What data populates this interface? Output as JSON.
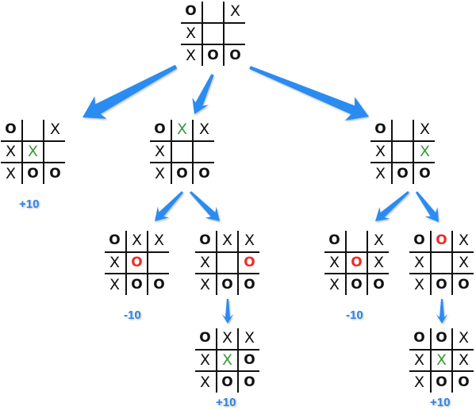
{
  "title": "Minimax game tree for tic-tac-toe",
  "colors": {
    "arrow": "#2b8cf0",
    "mark": "#111111",
    "x_move": "#3a9a3a",
    "o_move": "#e8302a",
    "score": "#2a86e8"
  },
  "nodes": {
    "root": {
      "cells": [
        "O",
        "",
        "X",
        "X",
        "",
        "",
        "X",
        "O",
        "O"
      ],
      "highlight": null
    },
    "a": {
      "cells": [
        "O",
        "",
        "X",
        "X",
        "X",
        "",
        "X",
        "O",
        "O"
      ],
      "highlight": {
        "index": 4,
        "player": "X"
      },
      "score": "+10"
    },
    "b": {
      "cells": [
        "O",
        "X",
        "X",
        "X",
        "",
        "",
        "X",
        "O",
        "O"
      ],
      "highlight": {
        "index": 1,
        "player": "X"
      }
    },
    "c": {
      "cells": [
        "O",
        "",
        "X",
        "X",
        "",
        "X",
        "X",
        "O",
        "O"
      ],
      "highlight": {
        "index": 5,
        "player": "X"
      }
    },
    "b1": {
      "cells": [
        "O",
        "X",
        "X",
        "X",
        "O",
        "",
        "X",
        "O",
        "O"
      ],
      "highlight": {
        "index": 4,
        "player": "O"
      },
      "score": "-10"
    },
    "b2": {
      "cells": [
        "O",
        "X",
        "X",
        "X",
        "",
        "O",
        "X",
        "O",
        "O"
      ],
      "highlight": {
        "index": 5,
        "player": "O"
      }
    },
    "c1": {
      "cells": [
        "O",
        "",
        "X",
        "X",
        "O",
        "X",
        "X",
        "O",
        "O"
      ],
      "highlight": {
        "index": 4,
        "player": "O"
      },
      "score": "-10"
    },
    "c2": {
      "cells": [
        "O",
        "O",
        "X",
        "X",
        "",
        "X",
        "X",
        "O",
        "O"
      ],
      "highlight": {
        "index": 1,
        "player": "O"
      }
    },
    "b2a": {
      "cells": [
        "O",
        "X",
        "X",
        "X",
        "X",
        "O",
        "X",
        "O",
        "O"
      ],
      "highlight": {
        "index": 4,
        "player": "X"
      },
      "score": "+10"
    },
    "c2a": {
      "cells": [
        "O",
        "O",
        "X",
        "X",
        "X",
        "X",
        "X",
        "O",
        "O"
      ],
      "highlight": {
        "index": 4,
        "player": "X"
      },
      "score": "+10"
    }
  },
  "edges": [
    [
      "root",
      "a"
    ],
    [
      "root",
      "b"
    ],
    [
      "root",
      "c"
    ],
    [
      "b",
      "b1"
    ],
    [
      "b",
      "b2"
    ],
    [
      "c",
      "c1"
    ],
    [
      "c",
      "c2"
    ],
    [
      "b2",
      "b2a"
    ],
    [
      "c2",
      "c2a"
    ]
  ]
}
